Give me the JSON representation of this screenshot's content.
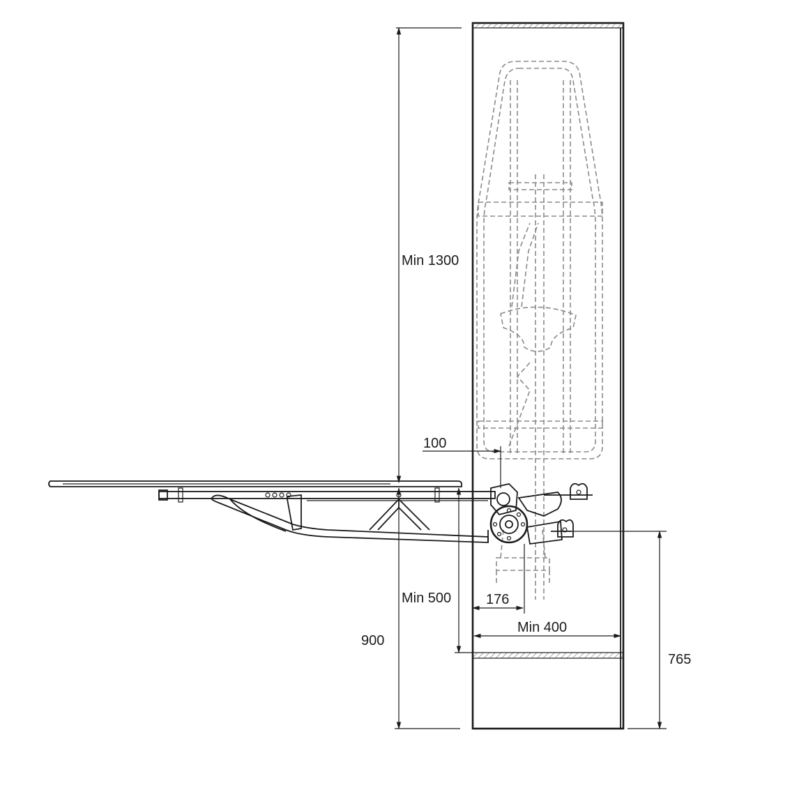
{
  "dimensions": {
    "min_1300": "Min 1300",
    "dim_100": "100",
    "min_500": "Min 500",
    "dim_176": "176",
    "min_400": "Min 400",
    "dim_900": "900",
    "dim_765": "765"
  },
  "colors": {
    "line": "#1a1a1a",
    "hidden_line": "#8a8a8a",
    "background": "#ffffff"
  }
}
